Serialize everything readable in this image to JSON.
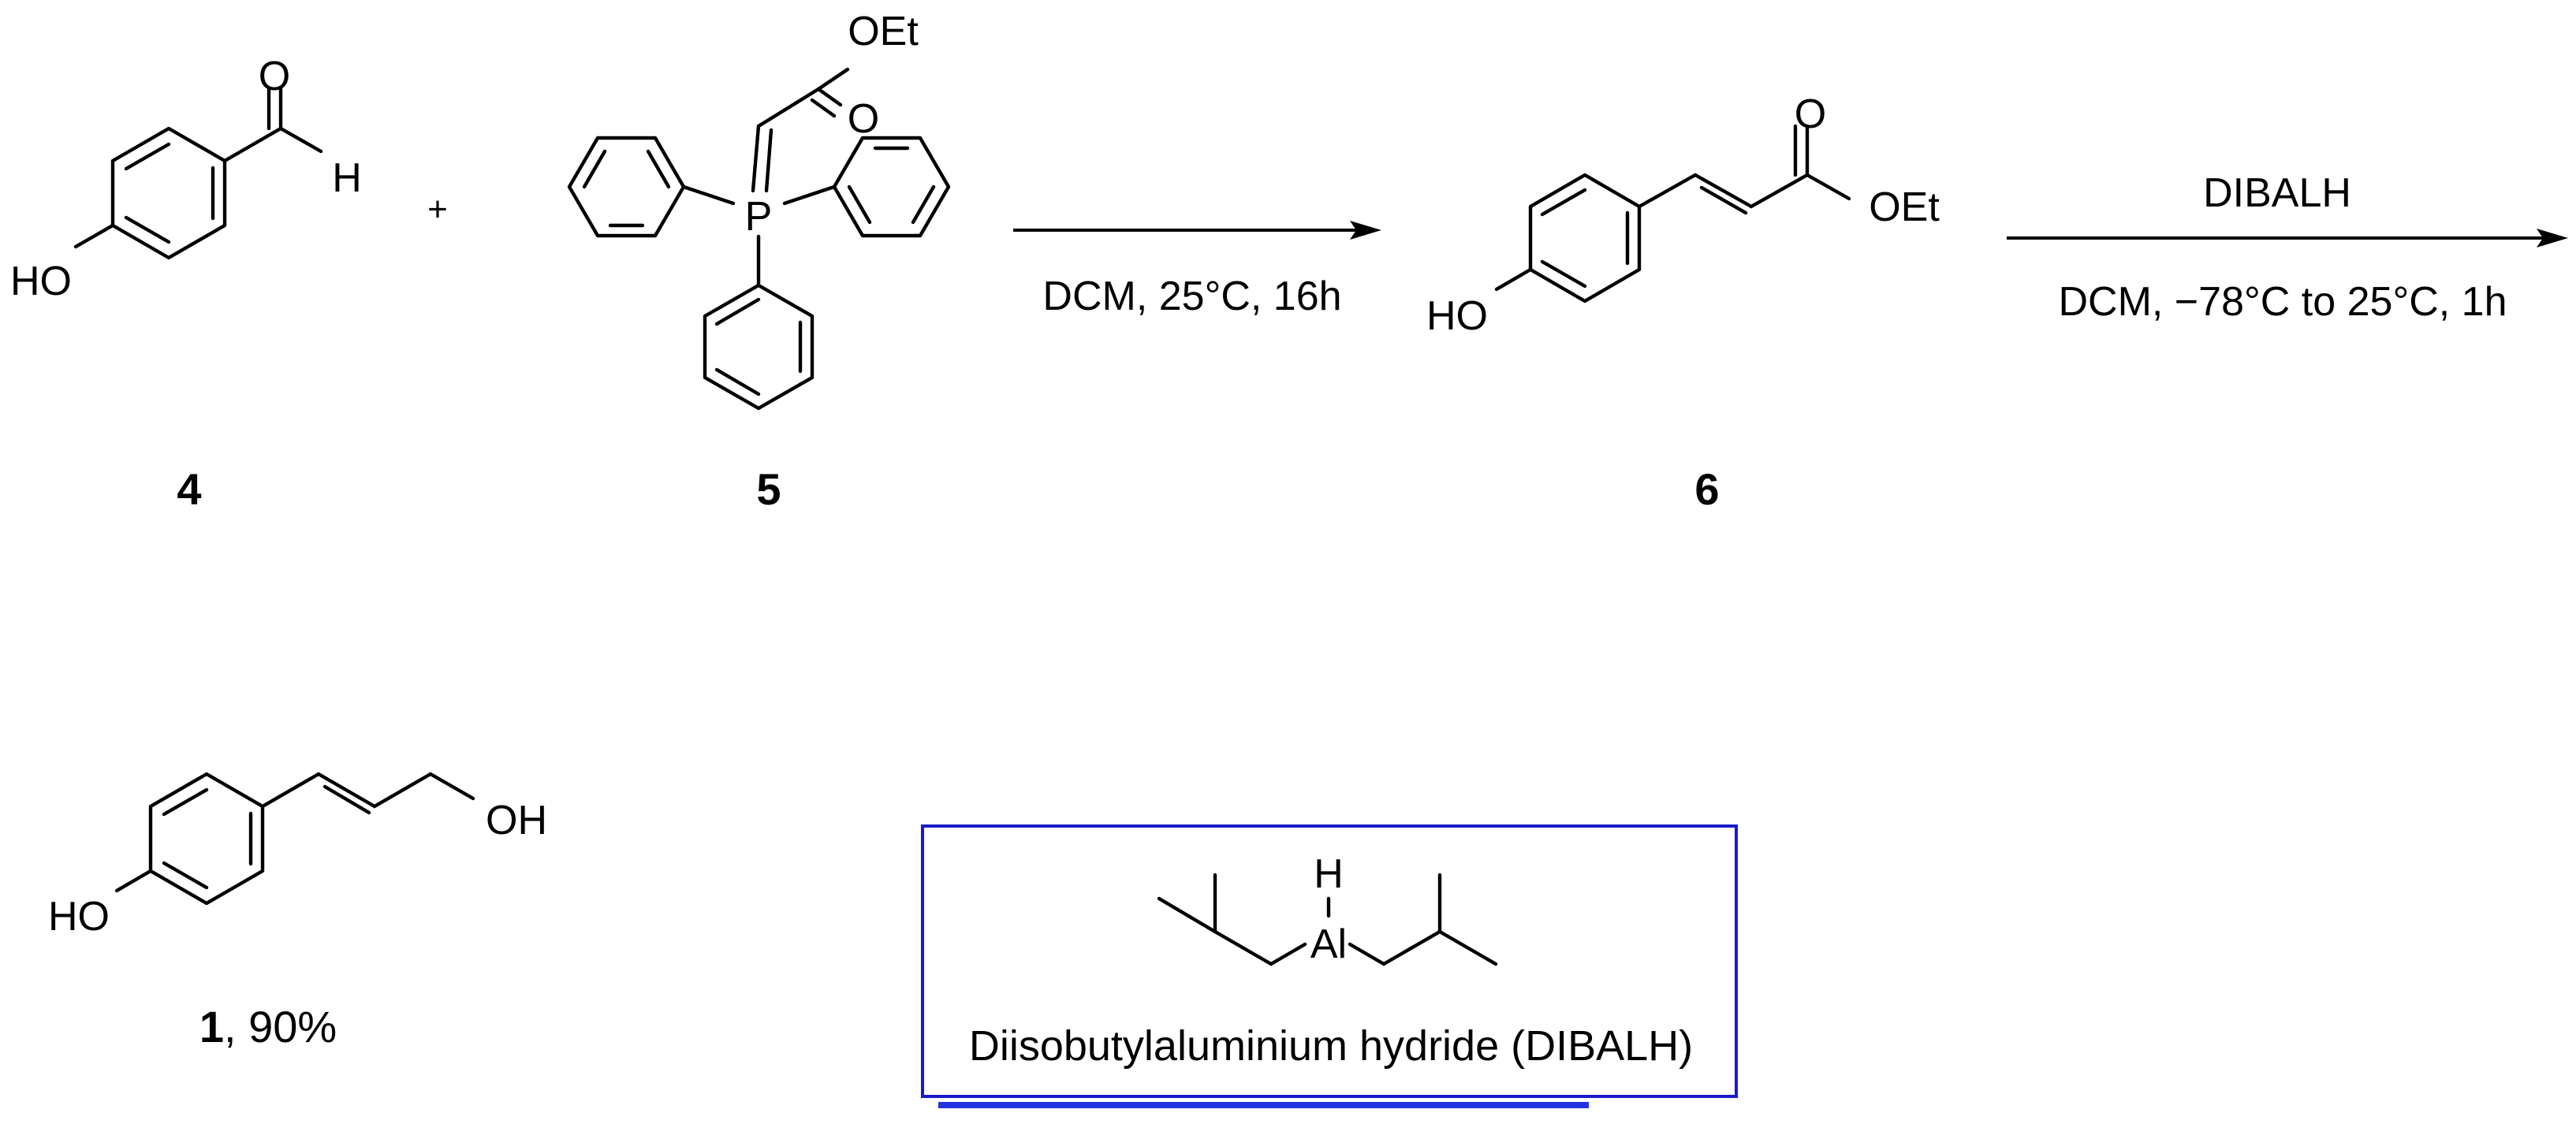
{
  "compounds": {
    "c4": {
      "label": "4",
      "atoms": {
        "oh": "HO",
        "o": "O",
        "h": "H"
      }
    },
    "c5": {
      "label": "5",
      "atoms": {
        "oet": "OEt",
        "o": "O",
        "p": "P"
      }
    },
    "c6": {
      "label": "6",
      "atoms": {
        "oh": "HO",
        "o": "O",
        "oet": "OEt"
      }
    },
    "c1": {
      "label": "1",
      "yield_suffix": ", 90%",
      "atoms": {
        "oh_left": "HO",
        "oh_right": "OH"
      }
    }
  },
  "plus_sign": "+",
  "steps": [
    {
      "above": "",
      "below": "DCM, 25°C, 16h"
    },
    {
      "above": "DIBALH",
      "below": "DCM, −78°C to 25°C, 1h"
    }
  ],
  "reagent_box": {
    "caption": "Diisobutylaluminium hydride (DIBALH)",
    "atoms": {
      "al": "Al",
      "h": "H"
    },
    "border_color": "#1a1acc",
    "underline_color": "#2233dd"
  }
}
